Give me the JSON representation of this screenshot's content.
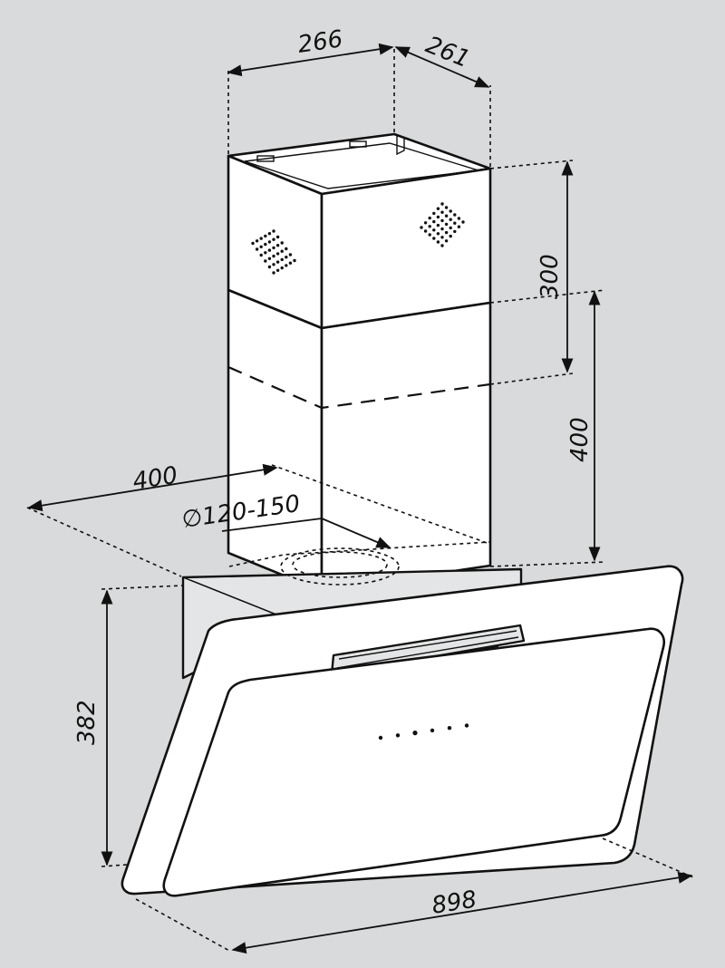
{
  "dimensions": {
    "chimney_width": "266",
    "chimney_depth": "261",
    "upper_chimney_height": "300",
    "lower_chimney_height": "400",
    "hood_depth": "400",
    "duct_diameter": "∅120-150",
    "hood_height": "382",
    "hood_width": "898"
  },
  "control_panel": {
    "indicator_count": 6
  },
  "colors": {
    "background": "#d9dadb",
    "line": "#111111",
    "surface": "#ffffff"
  }
}
